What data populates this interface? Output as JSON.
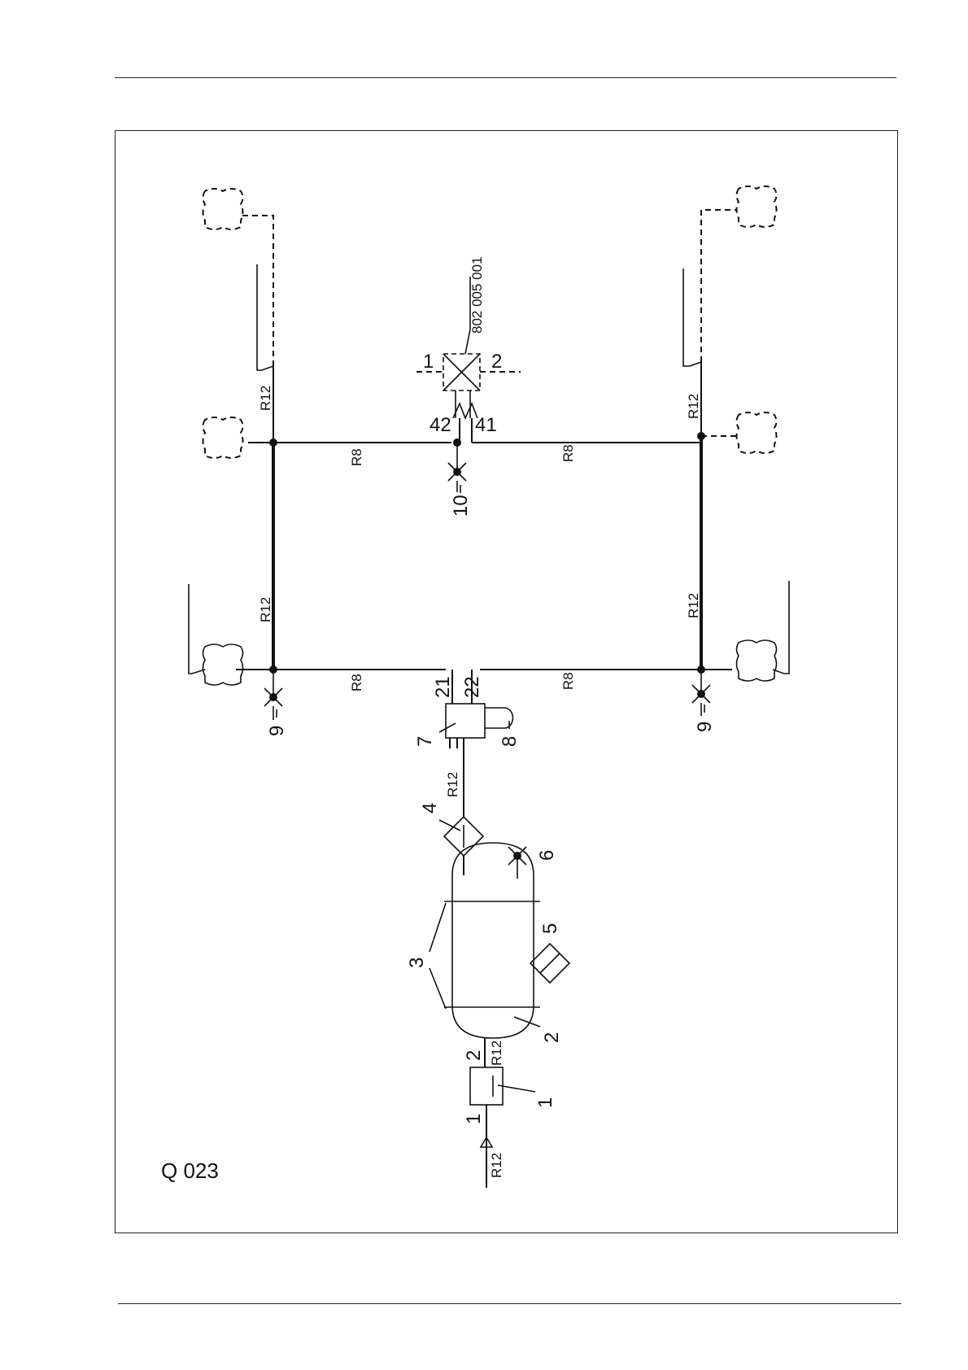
{
  "figure": {
    "label": "Q 023",
    "part_number": "802 005 001"
  },
  "pipes": {
    "left_upper": "R12",
    "left_mid": "R12",
    "right_upper": "R12",
    "right_mid": "R12",
    "supply": "R12",
    "tank_out": "R12",
    "filter_out": "R12",
    "top_left_branch": "R8",
    "top_right_branch": "R8",
    "bottom_left_branch": "R8",
    "bottom_right_branch": "R8"
  },
  "ports": {
    "p1": "1",
    "p2": "2",
    "p21": "21",
    "p22": "22",
    "p41": "41",
    "p42": "42",
    "valve_p1": "1",
    "valve_p2": "2"
  },
  "callouts": {
    "c1": "1",
    "c2": "2",
    "c3": "3",
    "c4": "4",
    "c5": "5",
    "c6": "6",
    "c7": "7",
    "c8": "8",
    "c9_left": "9",
    "c9_right": "9",
    "c10": "10"
  }
}
